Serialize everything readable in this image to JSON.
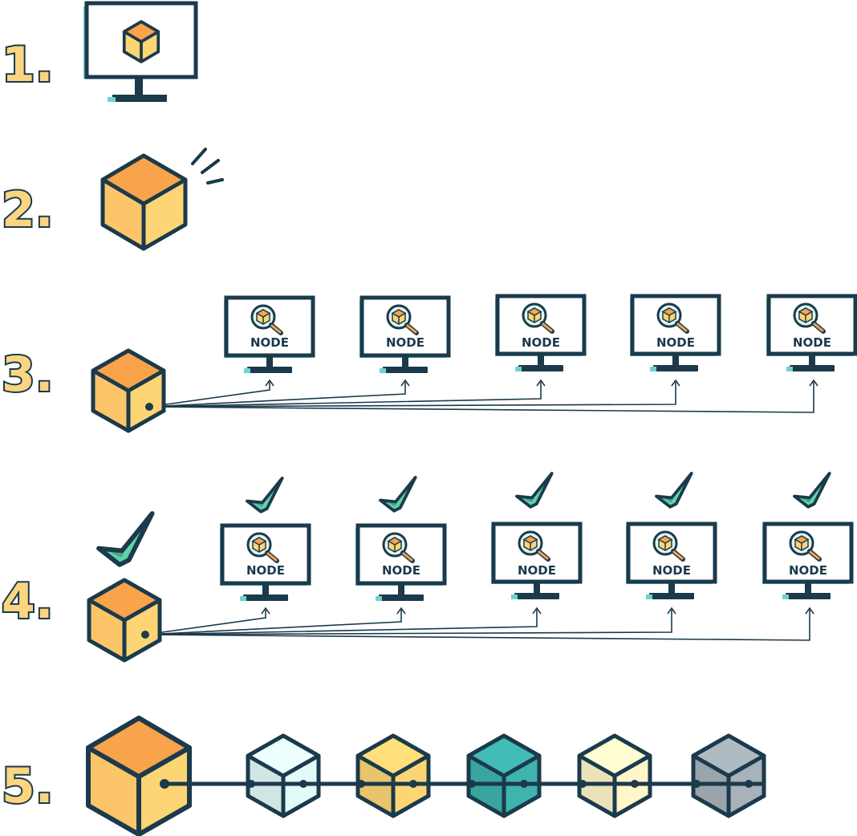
{
  "steps": [
    {
      "number": "1."
    },
    {
      "number": "2."
    },
    {
      "number": "3."
    },
    {
      "number": "4."
    },
    {
      "number": "5."
    }
  ],
  "node_label": "NODE",
  "colors": {
    "outline": "#1b3a4b",
    "cube_orange": "#f9a34a",
    "cube_yellow": "#fdd574",
    "cube_light_yellow": "#fff6c9",
    "cube_teal": "#3fb3ad",
    "cube_light_cyan": "#e2faf8",
    "cube_gray": "#a7b2ba",
    "check_green": "#5fd3a9",
    "shadow": "#6fd3cf"
  },
  "chain_cube_colors": [
    "light_cyan",
    "yellow",
    "teal",
    "light_yellow",
    "gray"
  ]
}
